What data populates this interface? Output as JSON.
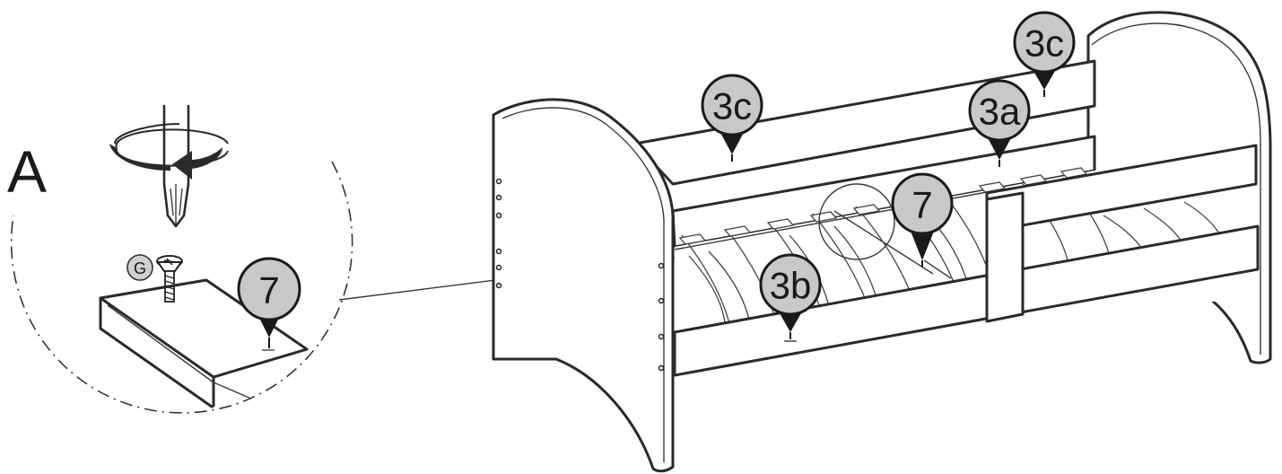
{
  "detail": {
    "letter": "A",
    "hardware_label": "G",
    "callout": "7"
  },
  "bed": {
    "callouts": {
      "rail_back_top_left": "3c",
      "rail_back_top_right": "3c",
      "rail_back_lower": "3a",
      "rail_front": "3b",
      "slat": "7"
    }
  }
}
